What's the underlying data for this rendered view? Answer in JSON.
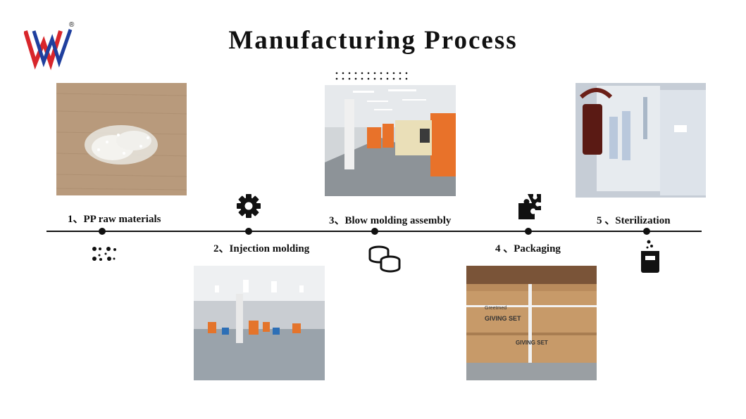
{
  "title": "Manufacturing Process",
  "logo": {
    "name": "W-logo",
    "mark": "®",
    "colors": {
      "red": "#d8262b",
      "blue": "#1f3f9e"
    }
  },
  "steps": [
    {
      "label": "1、PP raw materials",
      "icon": "scatter-dots-icon"
    },
    {
      "label": "2、Injection molding",
      "icon": "gear-icon"
    },
    {
      "label": "3、Blow molding assembly",
      "icon": "coin-stack-icon"
    },
    {
      "label": "4 、Packaging",
      "icon": "puzzle-pieces-icon"
    },
    {
      "label": "5 、Sterilization",
      "icon": "beaker-icon"
    }
  ],
  "box_text": {
    "brand": "Greetmed",
    "product": "GIVING SET"
  }
}
